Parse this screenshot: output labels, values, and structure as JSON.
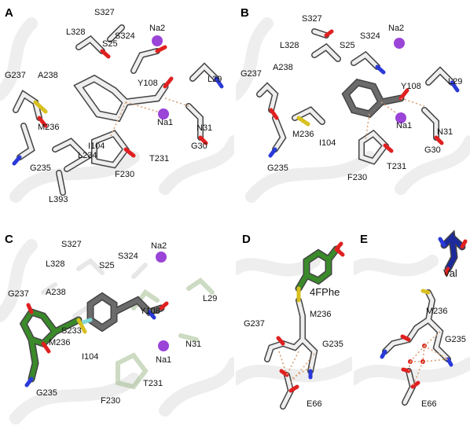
{
  "panels": [
    {
      "letter": "A",
      "labels": [
        "S327",
        "Na2",
        "L328",
        "S25",
        "S324",
        "G237",
        "A238",
        "Y108",
        "L29",
        "Na1",
        "N31",
        "M236",
        "I104",
        "L234",
        "G30",
        "G235",
        "T231",
        "F230",
        "L393"
      ]
    },
    {
      "letter": "B",
      "labels": [
        "S327",
        "Na2",
        "L328",
        "S25",
        "S324",
        "G237",
        "A238",
        "Y108",
        "L29",
        "Na1",
        "N31",
        "M236",
        "I104",
        "G30",
        "G235",
        "T231",
        "F230"
      ]
    },
    {
      "letter": "C",
      "labels": [
        "S327",
        "Na2",
        "L328",
        "S25",
        "S324",
        "G237",
        "A238",
        "Y108",
        "L29",
        "S233",
        "Na1",
        "N31",
        "M236",
        "I104",
        "T231",
        "G235",
        "F230"
      ]
    },
    {
      "letter": "D",
      "labels": [
        "4FPhe",
        "G237",
        "M236",
        "G235",
        "E66"
      ]
    },
    {
      "letter": "E",
      "labels": [
        "Val",
        "M236",
        "G235",
        "E66"
      ]
    }
  ],
  "colors": {
    "carbon_white": "#eeeeee",
    "carbon_grey": "#6b6b6b",
    "carbon_green": "#3a8a2a",
    "carbon_blue": "#1c2a9c",
    "oxygen": "#e02020",
    "nitrogen": "#2a3ad8",
    "sulfur": "#d8c020",
    "fluorine": "#7fd8d8",
    "sodium": "#9a44d8",
    "hbond": "#d79b6c"
  }
}
